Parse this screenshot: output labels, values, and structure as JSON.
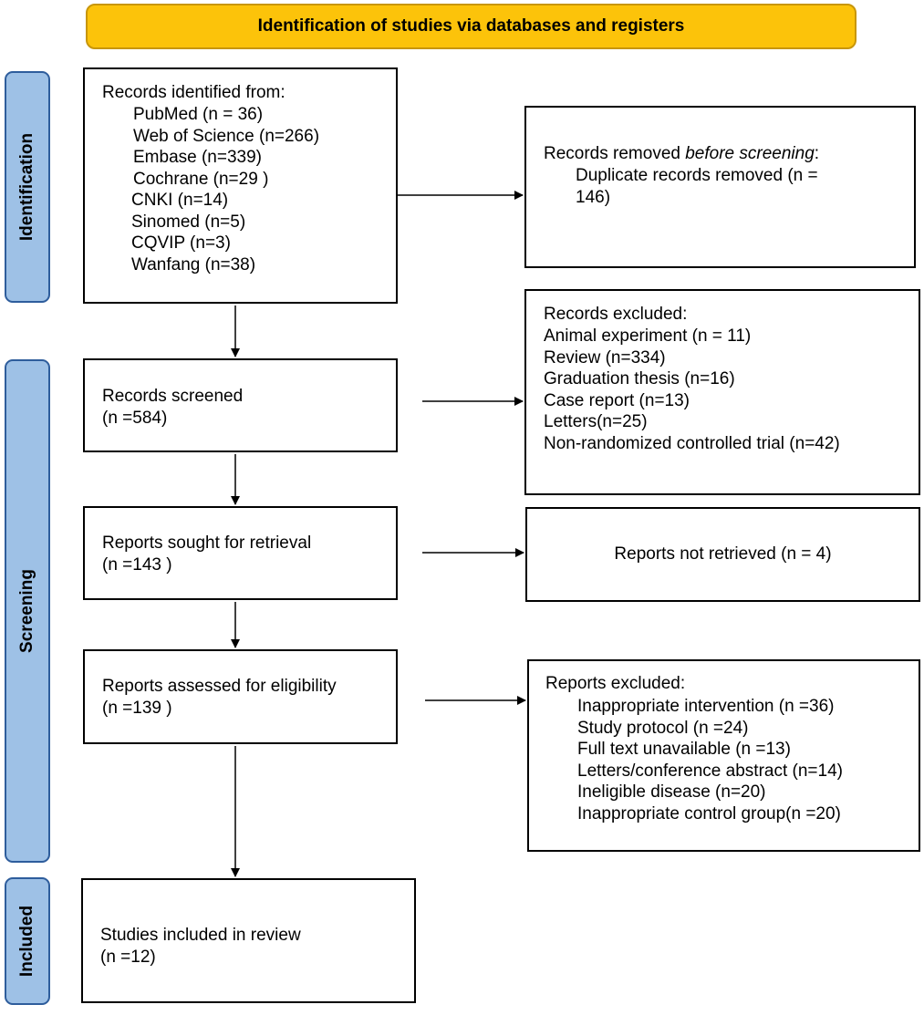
{
  "header": {
    "title": "Identification of studies via databases and registers"
  },
  "phases": {
    "identification": "Identification",
    "screening": "Screening",
    "included": "Included"
  },
  "identified": {
    "heading": "Records identified from:",
    "sources": [
      "PubMed (n = 36)",
      "Web of Science (n=266)",
      "Embase (n=339)",
      "Cochrane (n=29 )"
    ],
    "sources2": [
      "CNKI (n=14)",
      "Sinomed (n=5)",
      "CQVIP (n=3)",
      "Wanfang (n=38)"
    ]
  },
  "removed": {
    "heading_prefix": "Records removed ",
    "heading_italic": "before screening",
    "heading_suffix": ":",
    "line1": "Duplicate records removed  (n =",
    "line2": "146)"
  },
  "screened": {
    "line1": "Records screened",
    "line2": "(n =584)"
  },
  "excluded": {
    "heading": "Records excluded:",
    "items": [
      "Animal experiment (n = 11)",
      "Review (n=334)",
      "Graduation thesis (n=16)",
      "Case report (n=13)",
      "Letters(n=25)",
      "Non-randomized controlled trial (n=42)"
    ]
  },
  "sought": {
    "line1": "Reports sought for retrieval",
    "line2": "(n =143 )"
  },
  "not_retrieved": {
    "text": "Reports not retrieved (n = 4)"
  },
  "assessed": {
    "line1": "Reports assessed for eligibility",
    "line2": "(n =139 )"
  },
  "reports_excluded": {
    "heading": "Reports excluded:",
    "items": [
      "Inappropriate intervention (n =36)",
      "Study protocol (n =24)",
      "Full text unavailable (n =13)",
      "Letters/conference abstract (n=14)",
      "Ineligible disease (n=20)",
      "Inappropriate control group(n =20)"
    ]
  },
  "included": {
    "line1": "Studies included in review",
    "line2": "(n =12)"
  }
}
